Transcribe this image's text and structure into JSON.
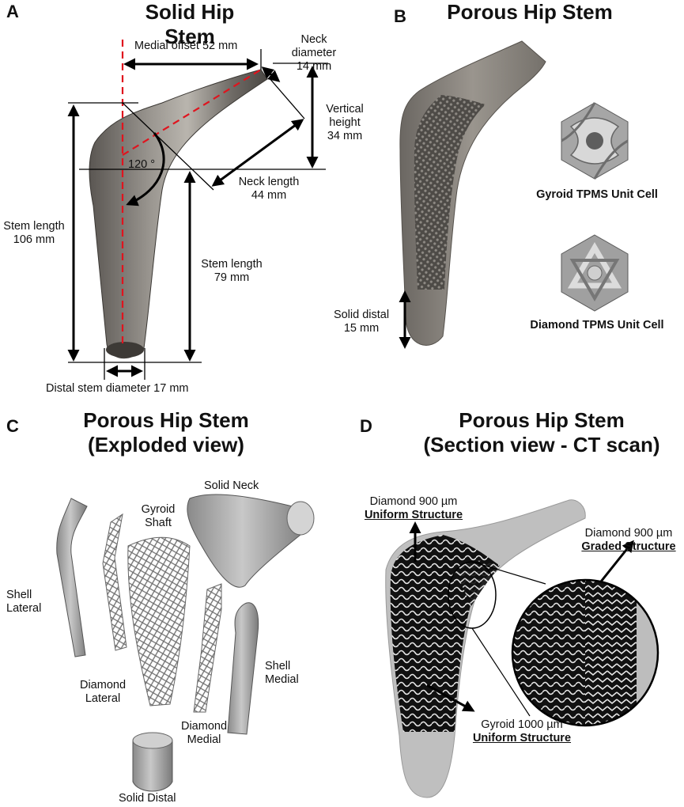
{
  "panel_a": {
    "letter": "A",
    "title": "Solid Hip Stem",
    "medial_offset": "Medial offset 52 mm",
    "neck_diameter": [
      "Neck",
      "diameter",
      "14 mm"
    ],
    "vertical_height": [
      "Vertical",
      "height",
      "34 mm"
    ],
    "neck_length": [
      "Neck length",
      "44 mm"
    ],
    "angle": "120 °",
    "stem_length_total": [
      "Stem length",
      "106 mm"
    ],
    "stem_length_distal": [
      "Stem length",
      "79 mm"
    ],
    "distal_diameter": "Distal stem diameter 17 mm"
  },
  "panel_b": {
    "letter": "B",
    "title": "Porous Hip Stem",
    "gyroid_label": "Gyroid TPMS Unit Cell",
    "diamond_label": "Diamond TPMS Unit Cell",
    "solid_distal": [
      "Solid distal",
      "15 mm"
    ]
  },
  "panel_c": {
    "letter": "C",
    "title": [
      "Porous Hip Stem",
      "(Exploded view)"
    ],
    "parts": {
      "solid_neck": "Solid Neck",
      "gyroid_shaft": [
        "Gyroid",
        "Shaft"
      ],
      "shell_lateral": [
        "Shell",
        "Lateral"
      ],
      "diamond_lateral": [
        "Diamond",
        "Lateral"
      ],
      "shell_medial": [
        "Shell",
        "Medial"
      ],
      "diamond_medial": [
        "Diamond",
        "Medial"
      ],
      "solid_distal": "Solid Distal"
    }
  },
  "panel_d": {
    "letter": "D",
    "title": [
      "Porous Hip Stem",
      "(Section view - CT scan)"
    ],
    "diamond_uniform": [
      "Diamond 900 µm",
      "Uniform Structure"
    ],
    "diamond_graded": [
      "Diamond 900 µm",
      "Graded Structure"
    ],
    "gyroid_uniform": [
      "Gyroid 1000 µm",
      "Uniform Structure"
    ]
  },
  "colors": {
    "dimension_red": "#e0141e",
    "metal": "#7d7a76",
    "ct_gray": "#bdbdbd"
  }
}
